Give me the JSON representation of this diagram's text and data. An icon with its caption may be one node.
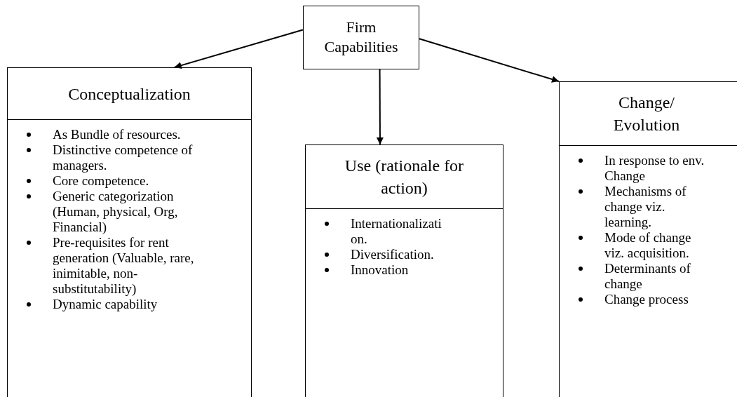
{
  "diagram": {
    "nodes": [
      {
        "text": [
          "Firm Capabilities"
        ]
      },
      {
        "text": [
          "Conceptualization",
          "As Bundle of resources.",
          "Distinctive competence of managers.",
          "Core competence.",
          "Generic categorization (Human, physical, Org, Financial)",
          "Pre-requisites for rent generation (Valuable, rare, inimitable, non-substitutability)",
          "Dynamic capability"
        ]
      },
      {
        "text": [
          "Use (rationale for action)",
          "Internationalizati on.",
          "Diversification.",
          "Innovation"
        ]
      },
      {
        "text": [
          "Change/ Evolution",
          "In response to env. Change",
          "Mechanisms of change viz. learning.",
          "Mode of change viz. acquisition.",
          "Determinants of change",
          "Change process"
        ]
      }
    ],
    "edges": [
      {
        "from": 0,
        "to": 1,
        "arrow": "to"
      },
      {
        "from": 0,
        "to": 2,
        "arrow": "to"
      },
      {
        "from": 0,
        "to": 3,
        "arrow": "to"
      }
    ]
  }
}
